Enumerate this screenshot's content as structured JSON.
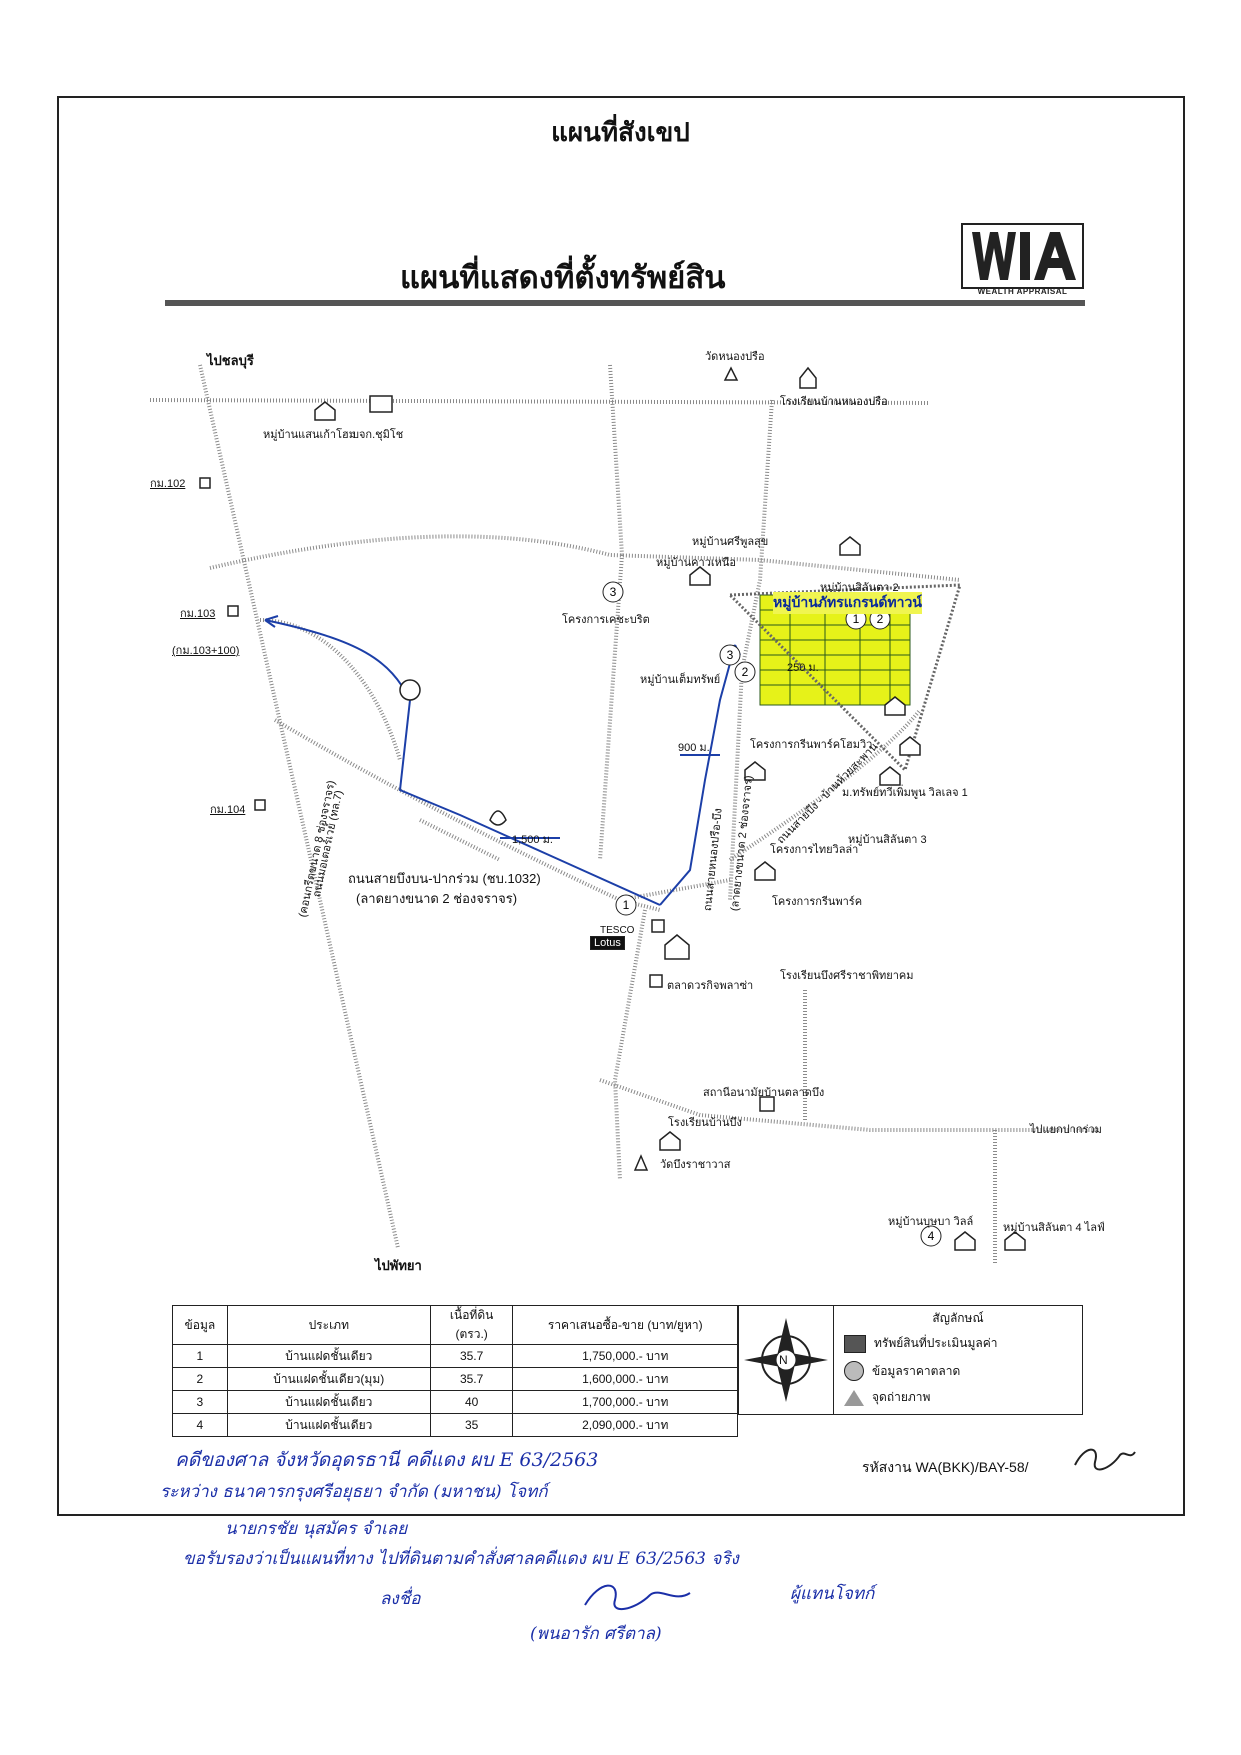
{
  "page_title": "แผนที่สังเขป",
  "map_title": "แผนที่แสดงที่ตั้งทรัพย์สิน",
  "logo": {
    "text": "WEALTH APPRAISAL"
  },
  "map": {
    "labels": {
      "to_chonburi": "ไปชลบุรี",
      "to_pattaya": "ไปพัทยา",
      "to_pakruam": "ไปแยกปากร่วม",
      "km102": "กม.102",
      "km103": "กม.103",
      "km103_100": "(กม.103+100)",
      "km104": "กม.104",
      "wat_nongprue": "วัดหนองปรือ",
      "school_nongprue": "โรงเรียนบ้านหนองปรือ",
      "village_saenkaohom": "หมู่บ้านแสนเก้าโฮม",
      "bjk_chumchai": "บจก.ชุมิโช",
      "village_sriphunsuk": "หมู่บ้านศรีพูลสุข",
      "village_khawnuea": "หมู่บ้านคาวเหนือ",
      "village_silanta2": "หมู่บ้านสิลันตา 2",
      "village_highlight": "หมู่บ้านภัทรแกรนด์ทาวน์",
      "project_kaysarit": "โครงการเคชะบริต",
      "village_temsub": "หมู่บ้านเต็มทรัพย์",
      "distance_250": "250 ม.",
      "distance_900": "900 ม.",
      "distance_1500": "1,500 ม.",
      "project_greenpark_home": "โครงการกรีนพาร์คโฮมวิว",
      "road_nongprue": "ถนนสายหนองปรือ-บึง",
      "road_nongprue_sub": "(ลาดยางขนาด 2 ช่องจราจร)",
      "road_huaysaphan": "ถนนสายบึง - บ้านห้วยสะพาน",
      "village_sabtawee": "ม.ทรัพย์ทวีเพิ่มพูน วิลเลจ 1",
      "village_silanta3": "หมู่บ้านสิลันตา 3",
      "project_thaivilla": "โครงการไทยวิลล่า",
      "project_greenpark": "โครงการกรีนพาร์ค",
      "road_main": "ถนนสายบึงบน-ปากร่วม (ชบ.1032)",
      "road_main_sub": "(ลาดยางขนาด 2 ช่องจราจร)",
      "highway7": "ถนนมอเตอร์เวย์ (ทล.7)",
      "highway7_sub": "(คอนกรีตขนาด 8 ช่องจราจร)",
      "tesco": "TESCO",
      "lotus": "Lotus",
      "market": "ตลาดวรกิจพลาซ่า",
      "school_bungsri": "โรงเรียนบึงศรีราชาพิทยาคม",
      "health_station": "สถานีอนามัยบ้านตลาดบึง",
      "school_banbung": "โรงเรียนบ้านบึง",
      "wat_bung": "วัดบึงราชาวาส",
      "village_pupha": "หมู่บ้านบุษบา วิลล์",
      "village_silanta4": "หมู่บ้านสิลันตา 4 ไลฟ์"
    },
    "markers": [
      "1",
      "2",
      "3",
      "4",
      "1",
      "2",
      "3"
    ]
  },
  "legend_table": {
    "headers": [
      "ข้อมูล",
      "ประเภท",
      "เนื้อที่ดิน (ตรว.)",
      "ราคาเสนอซื้อ-ขาย (บาท/ยูหา)"
    ],
    "rows": [
      [
        "1",
        "บ้านแฝดชั้นเดียว",
        "35.7",
        "1,750,000.- บาท"
      ],
      [
        "2",
        "บ้านแฝดชั้นเดียว(มุม)",
        "35.7",
        "1,600,000.- บาท"
      ],
      [
        "3",
        "บ้านแฝดชั้นเดียว",
        "40",
        "1,700,000.- บาท"
      ],
      [
        "4",
        "บ้านแฝดชั้นเดียว",
        "35",
        "2,090,000.- บาท"
      ]
    ]
  },
  "symbols": {
    "title": "สัญลักษณ์",
    "items": [
      "ทรัพย์สินที่ประเมินมูลค่า",
      "ข้อมูลราคาตลาด",
      "จุดถ่ายภาพ"
    ]
  },
  "north_label": "N",
  "code": "รหัสงาน WA(BKK)/BAY-58/",
  "handwriting": {
    "line1": "คดีของศาล จังหวัดอุดรธานี คดีแดง ผบ E 63/2563",
    "line2": "ระหว่าง ธนาคารกรุงศรีอยุธยา จำกัด (มหาชน) โจทก์",
    "line3": "นายกรชัย นุสมัคร จำเลย",
    "line4": "ขอรับรองว่าเป็นแผนที่ทาง ไปที่ดินตามคำสั่งศาลคดีแดง ผบ E 63/2563 จริง",
    "line5": "ลงชื่อ",
    "line6": "ผู้แทนโจทก์",
    "line7": "(พนอารัก ศรีตาล)"
  }
}
